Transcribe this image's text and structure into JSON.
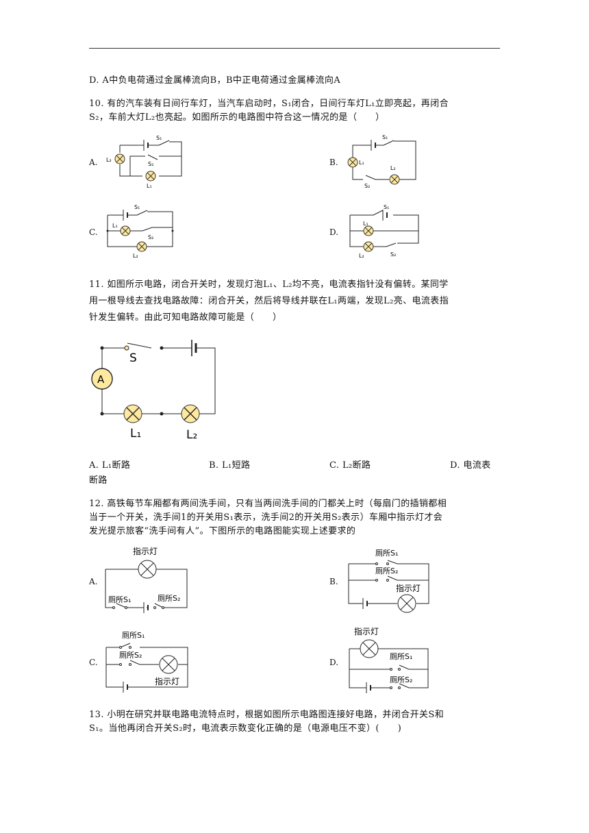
{
  "q9": {
    "optD": "D. A中负电荷通过金属棒流向B，B中正电荷通过金属棒流向A"
  },
  "q10": {
    "line1": "10. 有的汽车装有日间行车灯，当汽车启动时，S₁闭合，日间行车灯L₁立即亮起，再闭合",
    "line2": "S₂，车前大灯L₂也亮起。如图所示的电路图中符合这一情况的是（　　）",
    "labels": [
      "A.",
      "B.",
      "C.",
      "D."
    ],
    "sym": {
      "s1": "S₁",
      "s2": "S₂",
      "l1": "L₁",
      "l2": "L₂"
    }
  },
  "q11": {
    "line1": "11. 如图所示电路，闭合开关时，发现灯泡L₁、L₂均不亮，电流表指针没有偏转。某同学",
    "line2": "用一根导线去查找电路故障：闭合开关，然后将导线并联在L₁两端，发现L₂亮、电流表指",
    "line3": "针发生偏转。由此可知电路故障可能是（　　）",
    "fig": {
      "switch": "S",
      "ammeter": "A",
      "l1": "L₁",
      "l2": "L₂"
    },
    "options": [
      "A. L₁断路",
      "B. L₁短路",
      "C. L₂断路",
      "D. 电流表"
    ],
    "option_wrap": "断路"
  },
  "q12": {
    "line1": "12. 高铁每节车厢都有两间洗手间，只有当两间洗手间的门都关上时（每扇门的插销都相",
    "line2": "当于一个开关，洗手间1的开关用S₁表示，洗手间2的开关用S₂表示）车厢中指示灯才会",
    "line3": "发光提示旅客“洗手间有人”。下图所示的电路图能实现上述要求的",
    "labels": [
      "A.",
      "B.",
      "C.",
      "D."
    ],
    "sym": {
      "lamp": "指示灯",
      "ts1": "厕所S₁",
      "ts2": "厕所S₂"
    }
  },
  "q13": {
    "line1": "13. 小明在研究并联电路电流特点时，根据如图所示电路图连接好电路，并闭合开关S和",
    "line2": "S₁。当他再闭合开关S₂时，电流表示数变化正确的是（电源电压不变）(　　)"
  }
}
